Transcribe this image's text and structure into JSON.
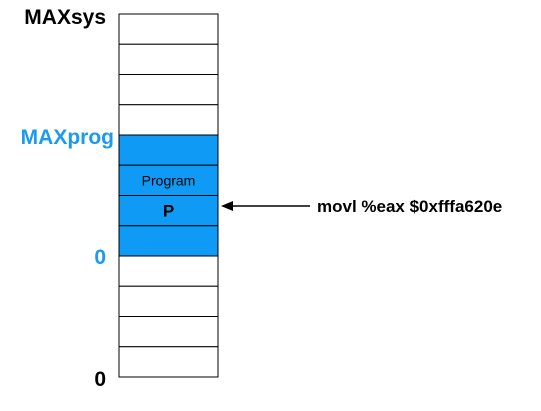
{
  "labels": {
    "maxsys": "MAXsys",
    "maxprog": "MAXprog",
    "prog_zero": "0",
    "sys_zero": "0"
  },
  "memory": {
    "cells": [
      {
        "text": "",
        "highlighted": false
      },
      {
        "text": "",
        "highlighted": false
      },
      {
        "text": "",
        "highlighted": false
      },
      {
        "text": "",
        "highlighted": false
      },
      {
        "text": "",
        "highlighted": true
      },
      {
        "text": "Program",
        "highlighted": true
      },
      {
        "text": "P",
        "highlighted": true
      },
      {
        "text": "",
        "highlighted": true
      },
      {
        "text": "",
        "highlighted": false
      },
      {
        "text": "",
        "highlighted": false
      },
      {
        "text": "",
        "highlighted": false
      },
      {
        "text": "",
        "highlighted": false
      }
    ]
  },
  "annotation": {
    "text": "movl %eax $0xfffa620e",
    "points_to_cell": 6
  },
  "colors": {
    "highlight": "#0f9af5",
    "accent_text": "#1a9af0",
    "line": "#000000"
  }
}
